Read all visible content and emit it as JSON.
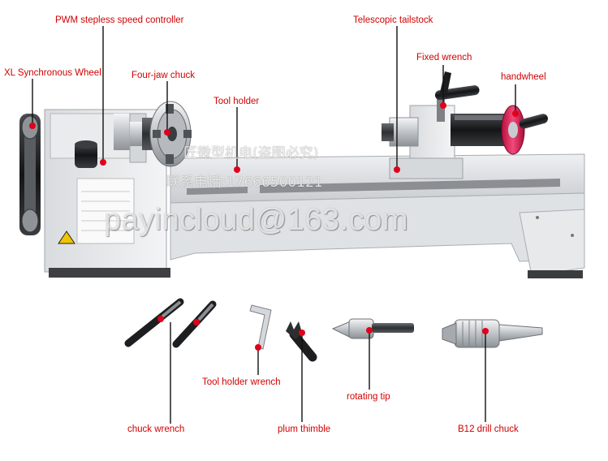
{
  "labels": {
    "xl_wheel": "XL Synchronous Wheel",
    "pwm": "PWM stepless speed controller",
    "four_jaw": "Four-jaw chuck",
    "tool_holder": "Tool holder",
    "tailstock": "Telescopic tailstock",
    "fixed_wrench": "Fixed wrench",
    "handwheel": "handwheel",
    "tool_holder_wrench": "Tool holder wrench",
    "rotating_tip": "rotating tip",
    "chuck_wrench": "chuck wrench",
    "plum_thimble": "plum thimble",
    "drill_chuck": "B12 drill chuck"
  },
  "watermark": {
    "email": "payincloud@163.com",
    "cn_line1": "匠微型机电(盗图必究)",
    "cn_line2": "联系电话:17666500121"
  },
  "colors": {
    "label": "#d10000",
    "marker": "#e0001a",
    "handwheel": "#e0245e"
  }
}
